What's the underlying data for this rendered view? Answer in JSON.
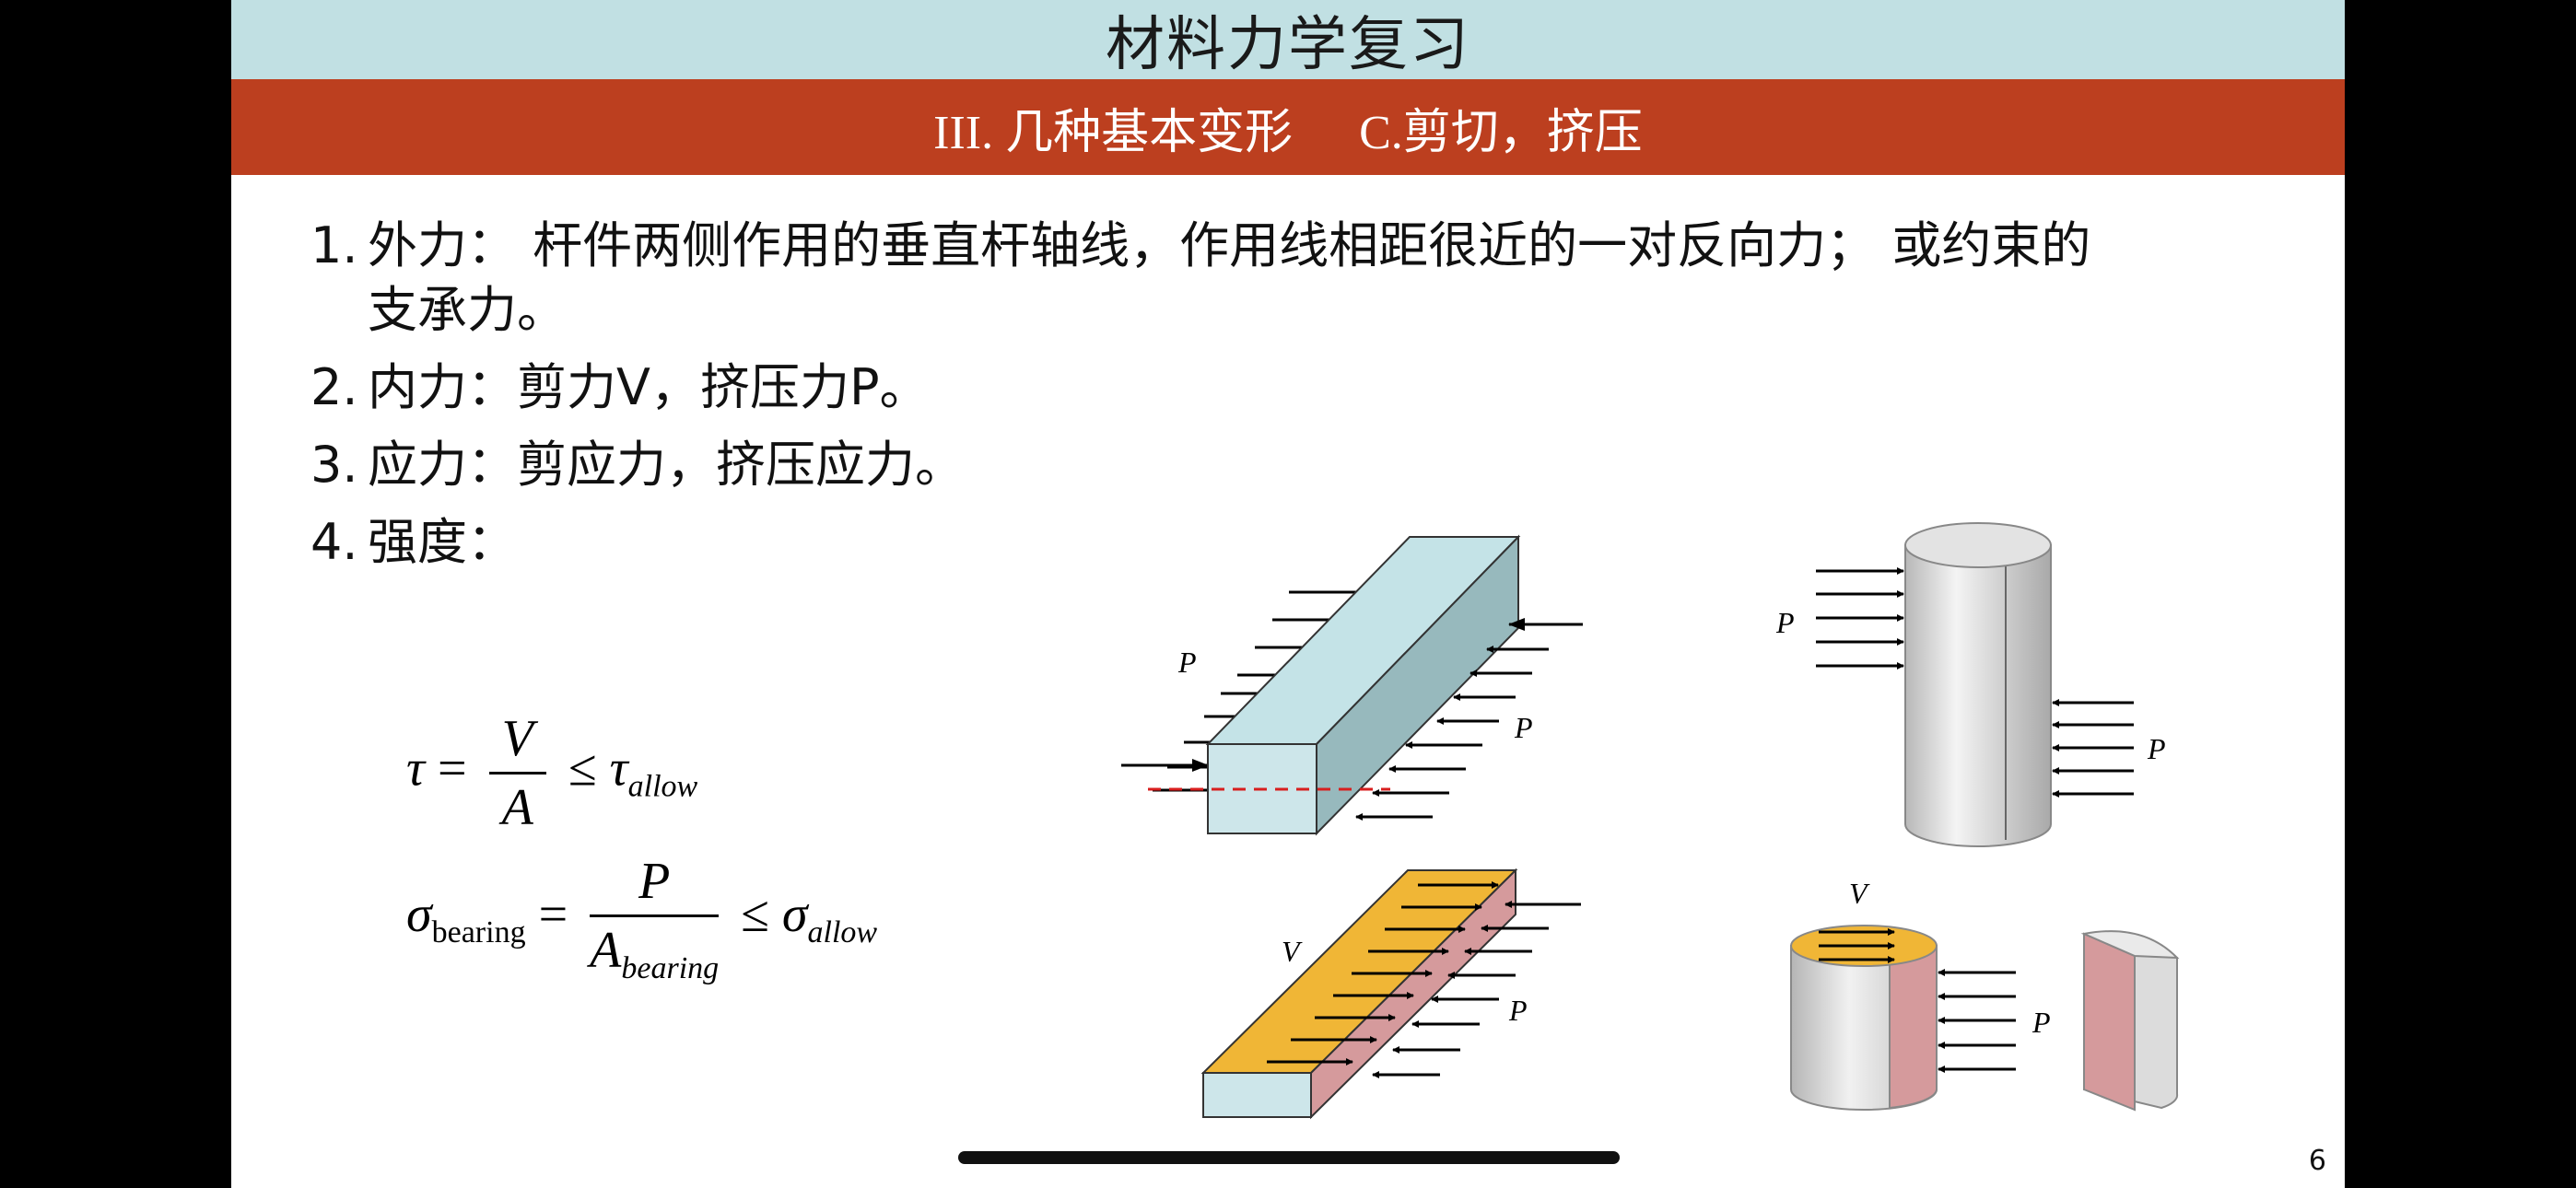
{
  "slide": {
    "title": "材料力学复习",
    "subtitle_part1": "III. 几种基本变形",
    "subtitle_part2": "C.剪切，挤压",
    "page_number": "6"
  },
  "items": [
    {
      "num": "1.",
      "text": "外力：  杆件两侧作用的垂直杆轴线，作用线相距很近的一对反向力；  或约束的",
      "continuation": "支承力。"
    },
    {
      "num": "2.",
      "text": "内力：剪力V，挤压力P。"
    },
    {
      "num": "3.",
      "text": "应力：剪应力，挤压应力。"
    },
    {
      "num": "4.",
      "text": "强度："
    }
  ],
  "formulas": {
    "shear": {
      "lhs": "τ",
      "eq": "=",
      "num": "V",
      "den": "A",
      "le": "≤",
      "rhs": "τ",
      "rhs_sub": "allow"
    },
    "bearing": {
      "lhs": "σ",
      "lhs_sub": "bearing",
      "eq": "=",
      "num": "P",
      "den": "A",
      "den_sub": "bearing",
      "le": "≤",
      "rhs": "σ",
      "rhs_sub": "allow"
    }
  },
  "figure_labels": {
    "p": "P",
    "v": "V"
  },
  "colors": {
    "title_bg": "#c1e0e3",
    "subtitle_bg": "#bc3f1f",
    "bar_front": "#cde6ea",
    "bar_top": "#c4e3e7",
    "bar_side": "#97b9bd",
    "shear_face": "#f0b636",
    "pink_face": "#d59a9c",
    "cylinder_gray": "#d9d9d9",
    "dashed_line": "#d81e1e"
  }
}
